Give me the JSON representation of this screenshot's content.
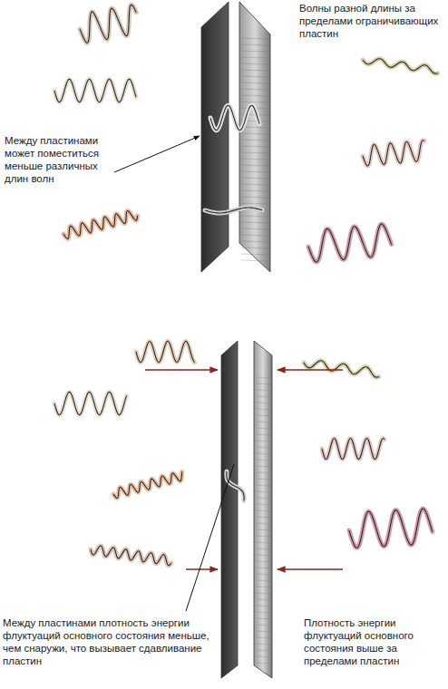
{
  "diagram": {
    "labels": [
      "Волны разной длины за пределами ограничивающих пластин",
      "Между пластинами может поместиться меньше различных длин волн",
      "Между пластинами плотность энергии флуктуаций основного состояния меньше, чем снаружи, что вызывает сдавливание пластин",
      "Плотность энергии флуктуаций основного состояния выше за пределами пластин"
    ]
  }
}
